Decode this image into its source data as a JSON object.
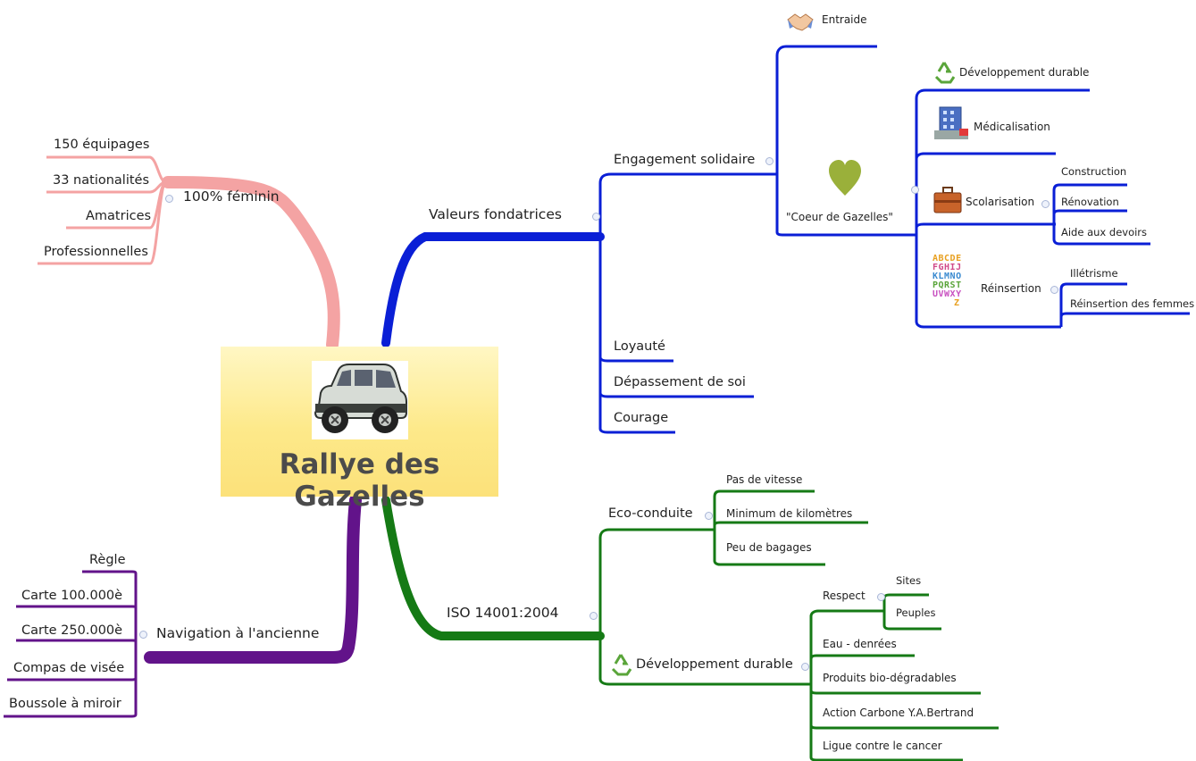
{
  "central": {
    "title": "Rallye des Gazelles",
    "image": "car-icon"
  },
  "colors": {
    "pink": "#f4a3a3",
    "blue": "#0a1fd6",
    "green": "#157a15",
    "purple": "#62138a",
    "central_bg": "#fde98a"
  },
  "feminin": {
    "label": "100% féminin",
    "items": [
      "150 équipages",
      "33 nationalités",
      "Amatrices",
      "Professionnelles"
    ]
  },
  "navigation": {
    "label": "Navigation à l'ancienne",
    "items": [
      "Règle",
      "Carte 100.000è",
      "Carte 250.000è",
      "Compas de visée",
      "Boussole à miroir"
    ]
  },
  "valeurs": {
    "label": "Valeurs fondatrices",
    "engagement": {
      "label": "Engagement solidaire",
      "entraide": "Entraide",
      "coeur": {
        "label": "\"Coeur de Gazelles\"",
        "dev_durable": "Développement durable",
        "medicalisation": "Médicalisation",
        "scolarisation": {
          "label": "Scolarisation",
          "items": [
            "Construction",
            "Rénovation",
            "Aide aux devoirs"
          ]
        },
        "reinsertion": {
          "label": "Réinsertion",
          "items": [
            "Illétrisme",
            "Réinsertion des femmes"
          ]
        }
      }
    },
    "others": [
      "Loyauté",
      "Dépassement de soi",
      "Courage"
    ]
  },
  "iso": {
    "label": "ISO 14001:2004",
    "eco": {
      "label": "Eco-conduite",
      "items": [
        "Pas de vitesse",
        "Minimum de kilomètres",
        "Peu de bagages"
      ]
    },
    "dev": {
      "label": "Développement durable",
      "respect": {
        "label": "Respect",
        "items": [
          "Sites",
          "Peuples"
        ]
      },
      "items": [
        "Eau - denrées",
        "Produits bio-dégradables",
        "Action Carbone Y.A.Bertrand",
        "Ligue contre le cancer"
      ]
    }
  },
  "alphabet_icon_letters": [
    "ABCDE",
    "FGHIJ",
    "KLMNO",
    "PQRST",
    "UVWXY",
    "Z"
  ]
}
